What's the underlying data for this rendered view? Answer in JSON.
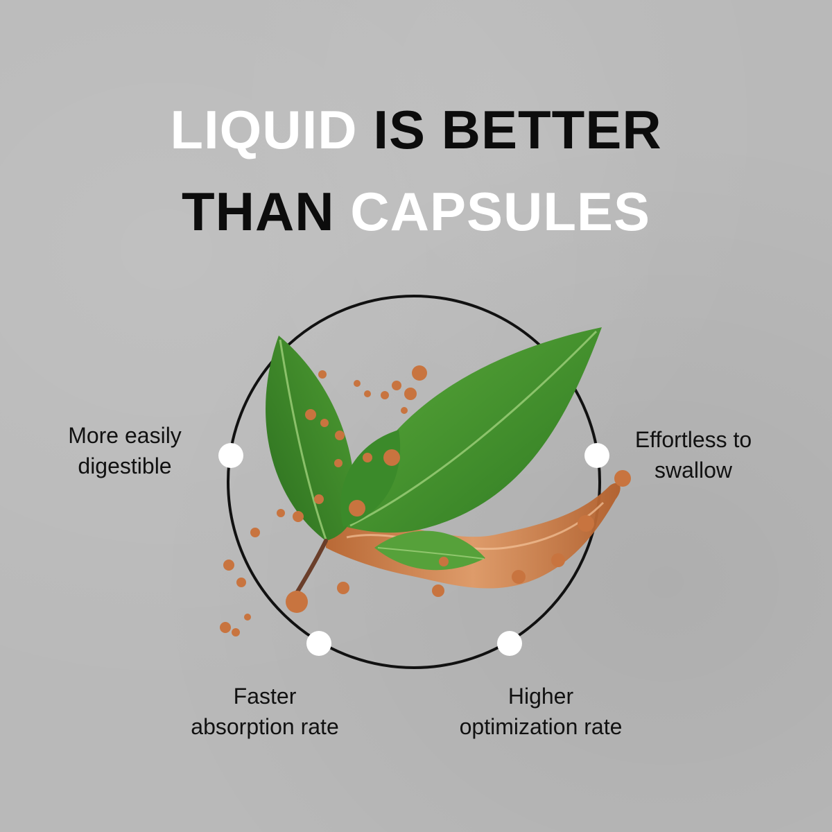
{
  "headline": {
    "line1": {
      "word1": "LIQUID",
      "word2": "IS BETTER"
    },
    "line2": {
      "word1": "THAN",
      "word2": "CAPSULES"
    }
  },
  "features": {
    "top_left": {
      "line1": "More easily",
      "line2": "digestible"
    },
    "top_right": {
      "line1": "Effortless to",
      "line2": "swallow"
    },
    "bottom_left": {
      "line1": "Faster",
      "line2": "absorption rate"
    },
    "bottom_right": {
      "line1": "Higher",
      "line2": "optimization rate"
    }
  },
  "colors": {
    "background": "#b9b9b9",
    "accent_text": "#ffffff",
    "dark_text": "#0c0c0c",
    "leaf": "#3f8f2c",
    "liquid": "#c8743f"
  }
}
